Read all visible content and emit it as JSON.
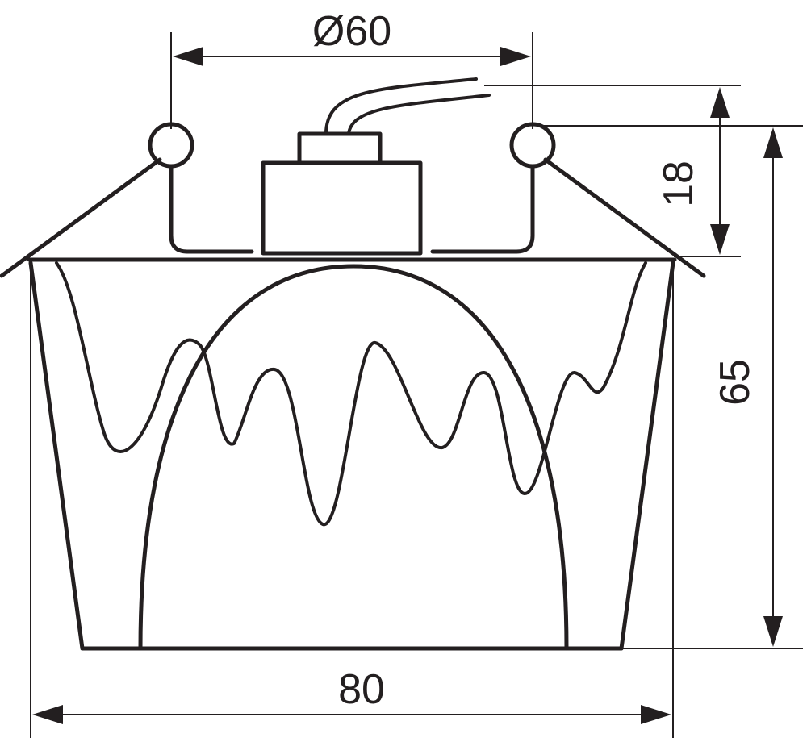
{
  "dimensions": {
    "top_diameter": "Ø60",
    "base_width": "80",
    "flange_height": "18",
    "total_height": "65"
  },
  "colors": {
    "line": "#231f20",
    "background": "#ffffff"
  }
}
